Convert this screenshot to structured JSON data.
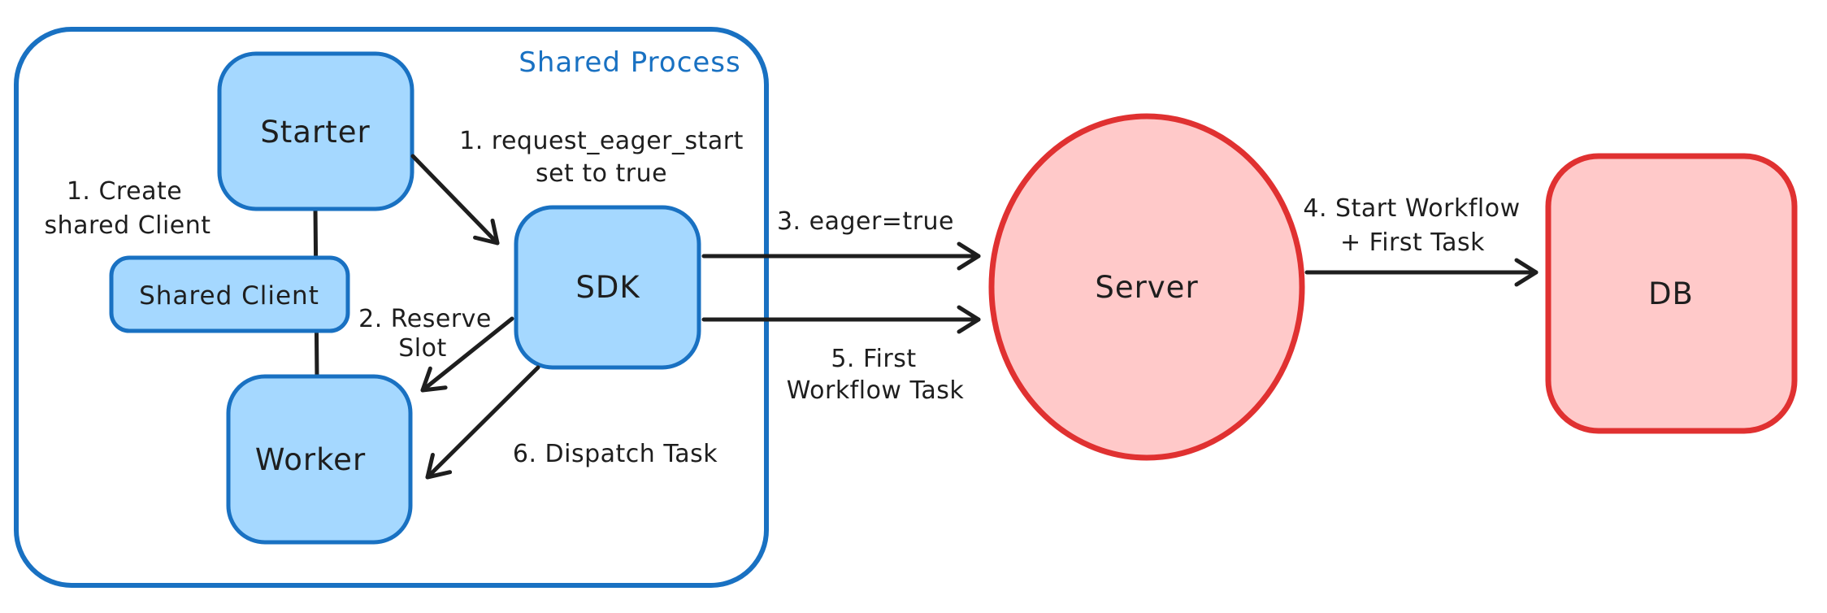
{
  "diagram": {
    "shared_process": {
      "label": "Shared Process"
    },
    "nodes": {
      "starter": {
        "label": "Starter"
      },
      "shared_client": {
        "label": "Shared Client"
      },
      "worker": {
        "label": "Worker"
      },
      "sdk": {
        "label": "SDK"
      },
      "server": {
        "label": "Server"
      },
      "db": {
        "label": "DB"
      }
    },
    "annotations": {
      "create_shared_client": {
        "line1": "1. Create",
        "line2": "shared Client"
      },
      "request_eager_start": {
        "line1": "1. request_eager_start",
        "line2": "set to true"
      },
      "reserve_slot": {
        "line1": "2. Reserve",
        "line2": "Slot"
      },
      "eager_true": {
        "label": "3. eager=true"
      },
      "start_workflow": {
        "line1": "4. Start Workflow",
        "line2": "+ First Task"
      },
      "first_workflow_task": {
        "line1": "5. First",
        "line2": "Workflow Task"
      },
      "dispatch_task": {
        "label": "6. Dispatch Task"
      }
    },
    "colors": {
      "blue_stroke": "#1971c2",
      "blue_fill": "#a5d8ff",
      "red_stroke": "#e03131",
      "red_fill": "#ffc9c9",
      "ink": "#1e1e1e",
      "background": "#ffffff"
    }
  }
}
